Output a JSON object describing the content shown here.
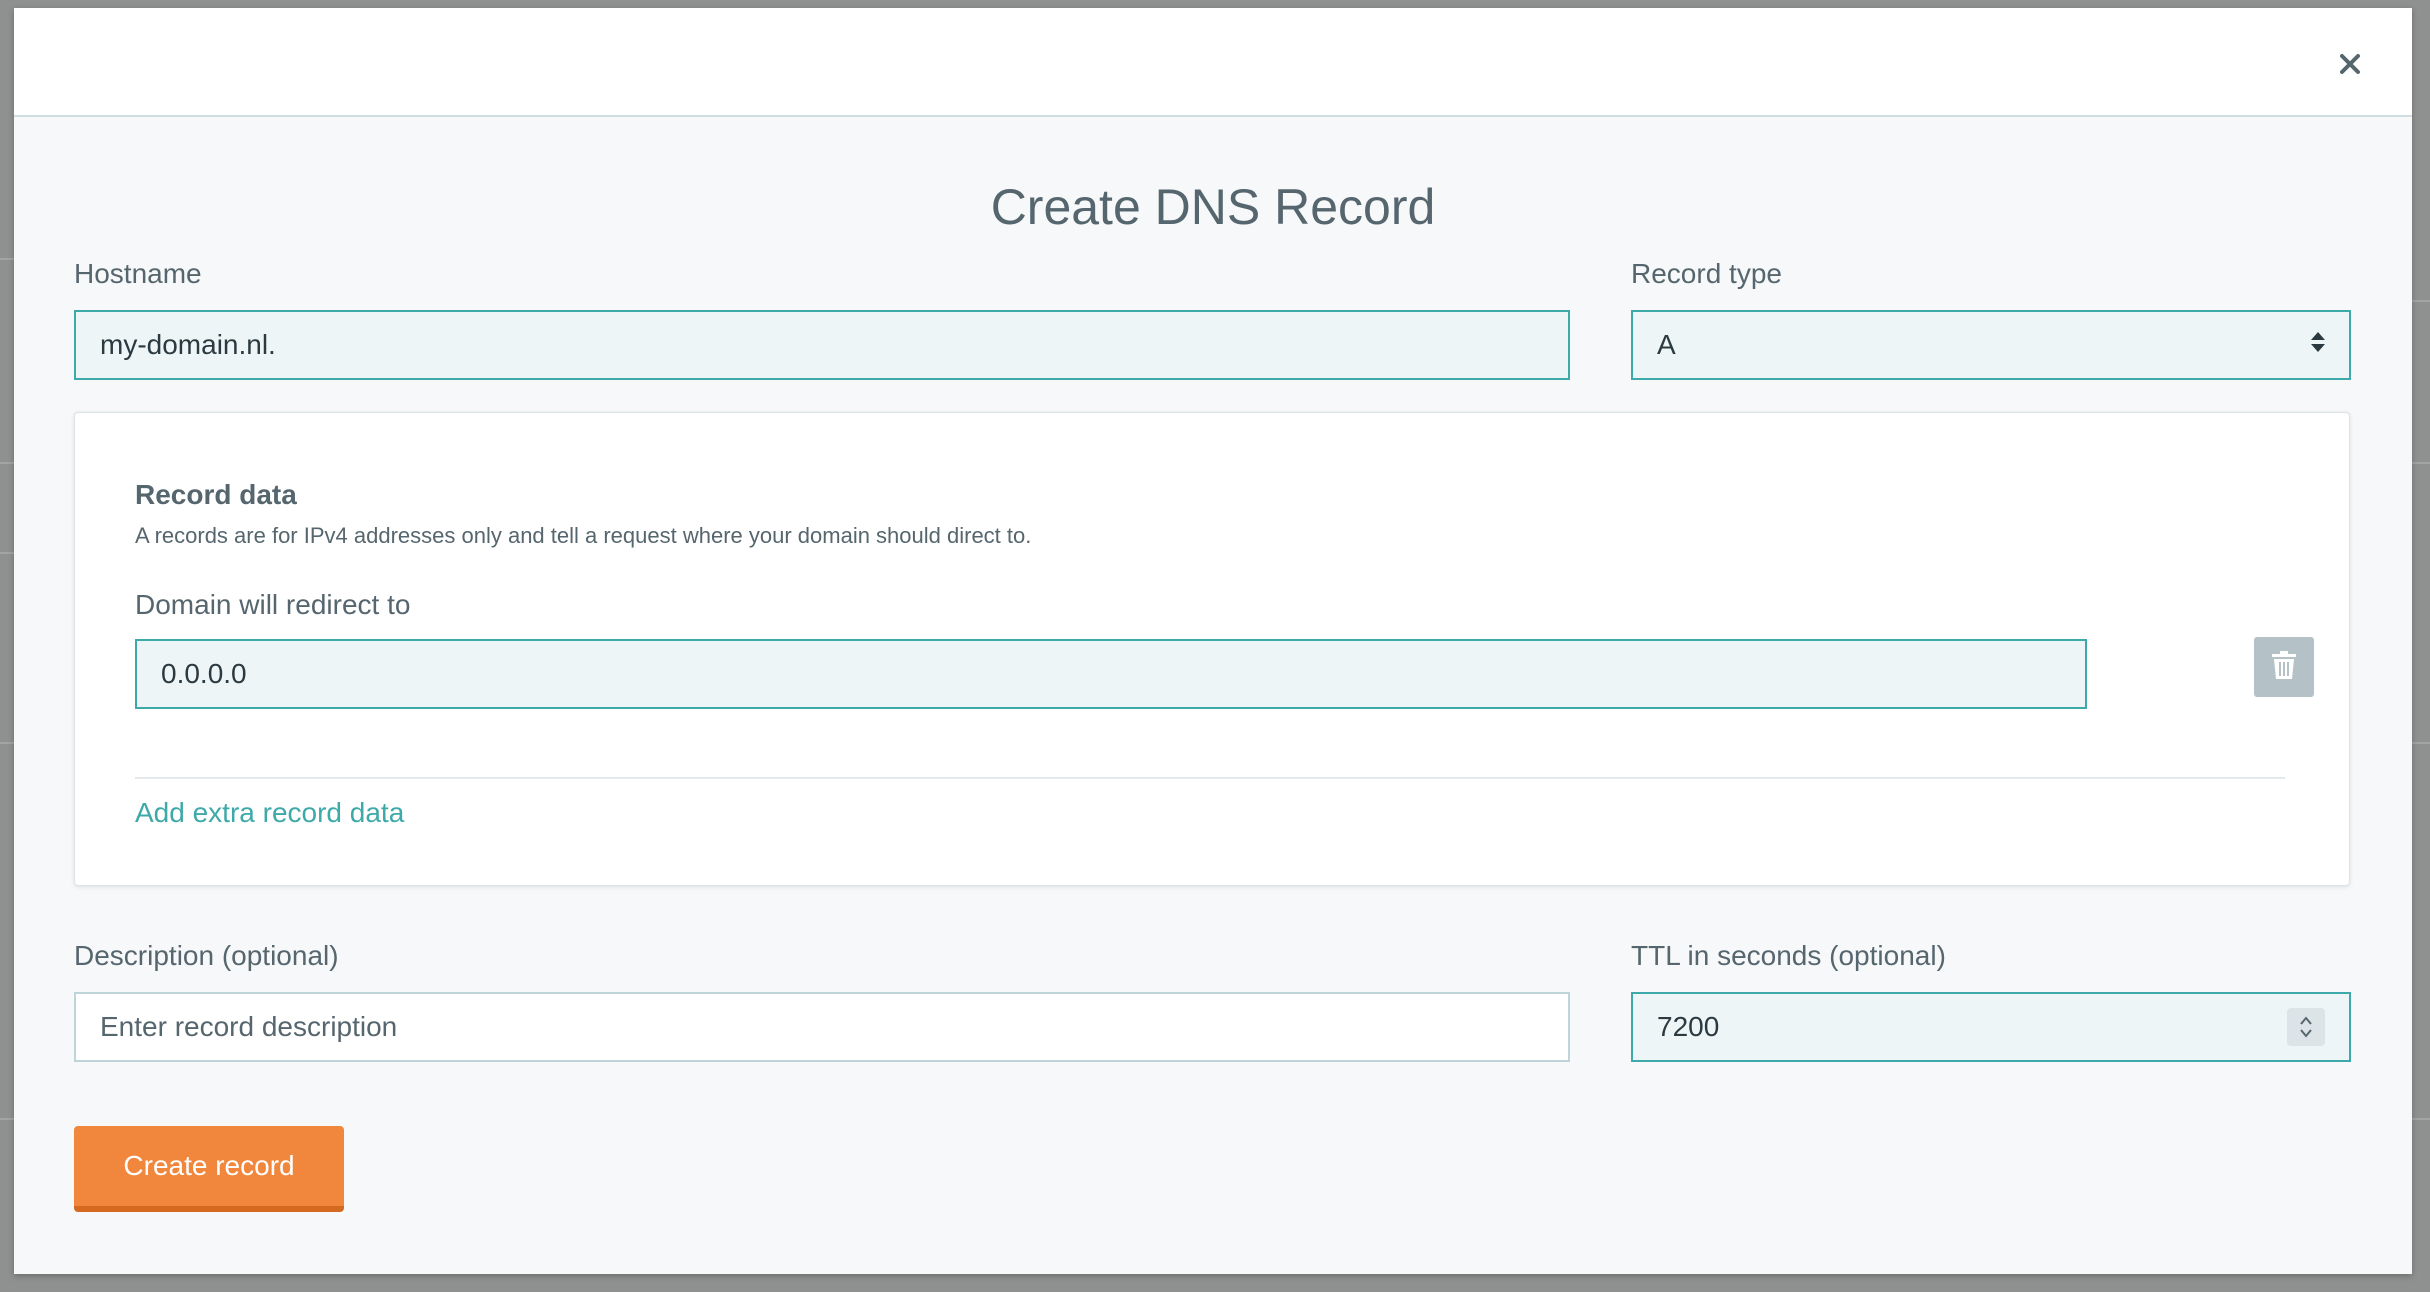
{
  "dialog": {
    "title": "Create DNS Record",
    "close_icon": "close-icon"
  },
  "hostname": {
    "label": "Hostname",
    "value": "my-domain.nl."
  },
  "record_type": {
    "label": "Record type",
    "selected": "A",
    "icon": "sort-arrows-icon"
  },
  "record_data": {
    "title": "Record data",
    "subtitle": "A records are for IPv4 addresses only and tell a request where your domain should direct to.",
    "redirect_label": "Domain will redirect to",
    "redirect_value": "0.0.0.0",
    "delete_icon": "trash-icon",
    "add_link": "Add extra record data"
  },
  "description": {
    "label": "Description (optional)",
    "placeholder": "Enter record description",
    "value": ""
  },
  "ttl": {
    "label": "TTL in seconds (optional)",
    "value": "7200",
    "icon": "spinner-arrows-icon"
  },
  "actions": {
    "create_label": "Create record"
  },
  "colors": {
    "accent": "#3ea9a9",
    "primary_button": "#f0873d",
    "text": "#56666e"
  }
}
